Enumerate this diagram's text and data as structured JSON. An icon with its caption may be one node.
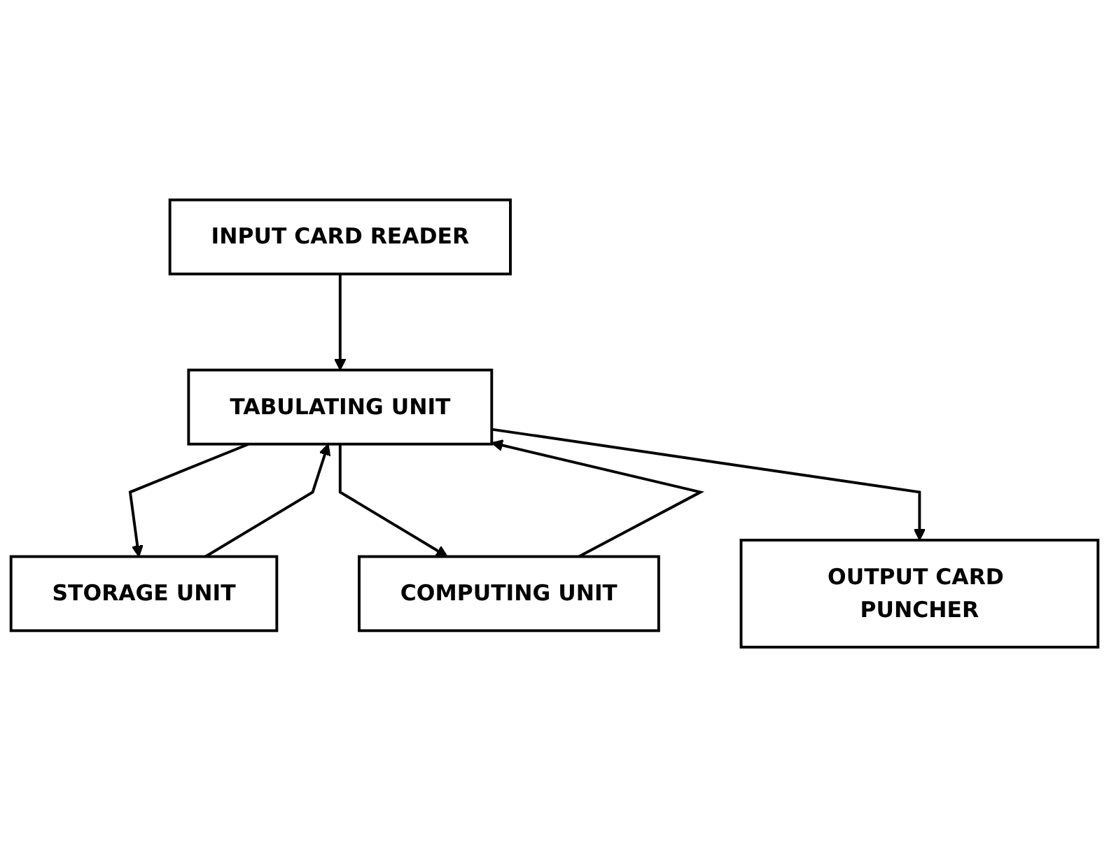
{
  "diagram": {
    "nodes": [
      {
        "text": [
          "INPUT CARD READER"
        ]
      },
      {
        "text": [
          "TABULATING UNIT"
        ]
      },
      {
        "text": [
          "STORAGE UNIT"
        ]
      },
      {
        "text": [
          "COMPUTING UNIT"
        ]
      },
      {
        "text": [
          "OUTPUT CARD PUNCHER"
        ]
      }
    ],
    "edges": [
      {
        "from": 0,
        "to": 1,
        "arrow": "to"
      },
      {
        "from": 1,
        "to": 2,
        "arrow": "to"
      },
      {
        "from": 2,
        "to": 1,
        "arrow": "to"
      },
      {
        "from": 1,
        "to": 3,
        "arrow": "to"
      },
      {
        "from": 3,
        "to": 1,
        "arrow": "to"
      },
      {
        "from": 1,
        "to": 4,
        "arrow": "to"
      }
    ]
  }
}
